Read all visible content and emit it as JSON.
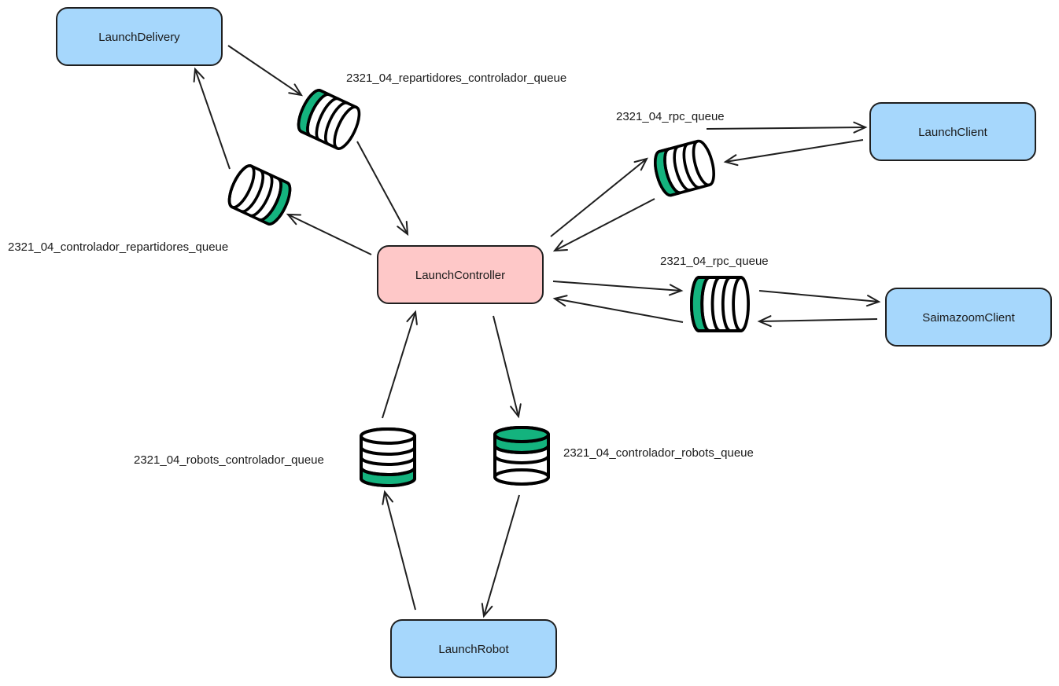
{
  "colors": {
    "client_fill": "#a6d7fc",
    "controller_fill": "#fec8c8",
    "queue_accent": "#14b37e",
    "stroke": "#1f1f1f"
  },
  "nodes": {
    "launch_delivery": "LaunchDelivery",
    "launch_client": "LaunchClient",
    "launch_controller": "LaunchController",
    "saimazoom_client": "SaimazoomClient",
    "launch_robot": "LaunchRobot"
  },
  "queues": {
    "repartidores_controlador": "2321_04_repartidores_controlador_queue",
    "controlador_repartidores": "2321_04_controlador_repartidores_queue",
    "rpc_upper": "2321_04_rpc_queue",
    "rpc_lower": "2321_04_rpc_queue",
    "robots_controlador": "2321_04_robots_controlador_queue",
    "controlador_robots": "2321_04_controlador_robots_queue"
  },
  "icons": {
    "queue": "queue-cylinder-icon"
  }
}
